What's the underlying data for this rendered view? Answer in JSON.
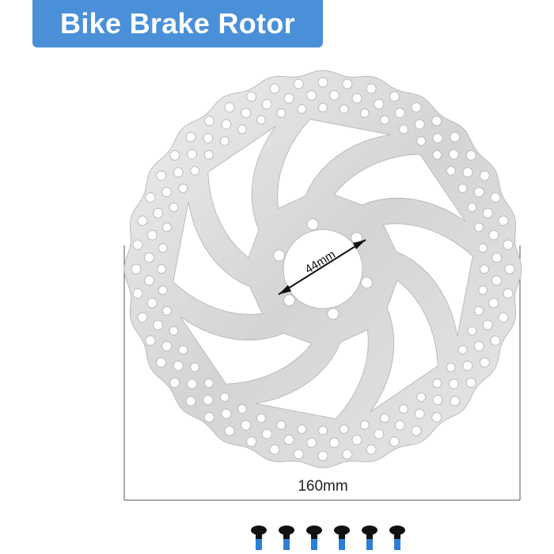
{
  "title": "Bike Brake Rotor",
  "dimensions": {
    "inner_diameter": "44mm",
    "outer_diameter": "160mm"
  },
  "accessories": {
    "bolt_count": 6
  },
  "colors": {
    "banner": "#4a90d9",
    "rotor": "#d9d9d9",
    "bolt_head": "#111111",
    "bolt_thread": "#2b7fd6"
  }
}
